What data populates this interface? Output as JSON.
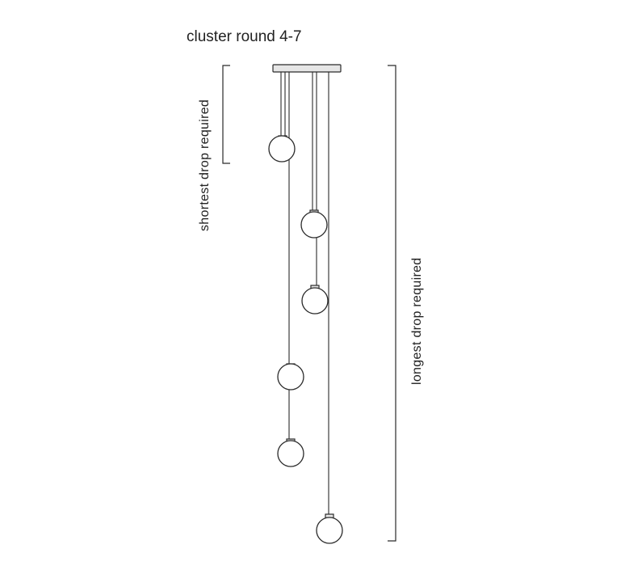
{
  "diagram": {
    "title": "cluster round 4-7",
    "dimension_left_label": "shortest drop required",
    "dimension_right_label": "longest drop required",
    "pendant_count": 6
  }
}
